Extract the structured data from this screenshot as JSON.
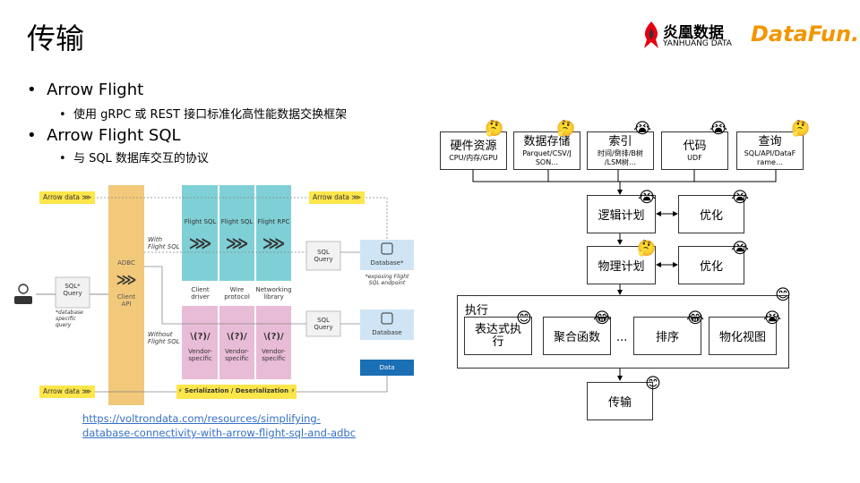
{
  "slide": {
    "title": "传输",
    "bullets": [
      {
        "text": "Arrow Flight",
        "sub": "使用 gRPC 或 REST 接口标准化高性能数据交换框架"
      },
      {
        "text": "Arrow Flight SQL",
        "sub": "与 SQL 数据库交互的协议"
      }
    ],
    "link_line1": "https://voltrondata.com/resources/simplifying-",
    "link_line2": "database-connectivity-with-arrow-flight-sql-and-adbc"
  },
  "logos": {
    "yanhuang_cn": "炎凰数据",
    "yanhuang_en": "YANHUANG DATA",
    "datafun": "DataFun."
  },
  "arch": {
    "arrow_data": "Arrow data",
    "adbc": "ADBC",
    "client_api": "Client\nAPI",
    "with_flight_sql": "With\nFlight SQL",
    "without_flight_sql": "Without\nFlight SQL",
    "sql_query_star": "SQL*\nQuery",
    "db_specific": "*database\nspecific\nquery",
    "col_flight_sql_1": "Flight SQL",
    "col_flight_sql_2": "Flight SQL",
    "col_flight_rpc": "Flight RPC",
    "label_client_driver": "Client\ndriver",
    "label_wire_protocol": "Wire\nprotocol",
    "label_networking_library": "Networking\nlibrary",
    "vendor_specific": "Vendor-\nspecific",
    "sql_query": "SQL\nQuery",
    "database_star": "Database*",
    "exposing": "*exposing Flight\nSQL endpoint",
    "database": "Database",
    "data": "Data",
    "serialization": "Serialization / Deserialization"
  },
  "flow": {
    "top_boxes": [
      {
        "title": "硬件资源",
        "sub": "CPU/内存/GPU",
        "emoji": "🤔"
      },
      {
        "title": "数据存储",
        "sub": "Parquet/CSV/J\nSON…",
        "emoji": "🤔"
      },
      {
        "title": "索引",
        "sub": "时间/倒排/B树\n/LSM树…",
        "emoji": "😭"
      },
      {
        "title": "代码",
        "sub": "UDF",
        "emoji": "😭"
      },
      {
        "title": "查询",
        "sub": "SQL/API/DataF\nrame…",
        "emoji": "🤔"
      }
    ],
    "logical_plan": "逻辑计划",
    "logical_opt": "优化",
    "physical_plan": "物理计划",
    "physical_opt": "优化",
    "exec": "执行",
    "exec_items": [
      {
        "label": "表达式执\n行",
        "emoji": "😊"
      },
      {
        "label": "聚合函数",
        "emoji": "😂"
      },
      {
        "label": "排序",
        "emoji": "😂"
      },
      {
        "label": "物化视图",
        "emoji": "😭"
      }
    ],
    "ellipsis": "...",
    "transport": "传输",
    "emojis": {
      "logical": "😭",
      "logical_opt": "😭",
      "physical": "🤔",
      "physical_opt": "😭",
      "exec": "😊",
      "transport": "😊"
    }
  }
}
